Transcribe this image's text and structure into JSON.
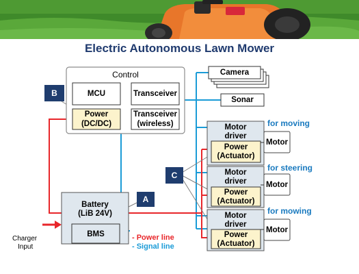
{
  "title": "Electric Autonomous Lawn Mower",
  "control": {
    "label": "Control",
    "mcu": "MCU",
    "transceiver": "Transceiver",
    "power_line1": "Power",
    "power_line2": "(DC/DC)",
    "wireless_line1": "Transceiver",
    "wireless_line2": "(wireless)"
  },
  "sensors": {
    "camera": "Camera",
    "sonar": "Sonar"
  },
  "drivers": [
    {
      "purpose": "for moving",
      "driver_line1": "Motor",
      "driver_line2": "driver",
      "power_line1": "Power",
      "power_line2": "(Actuator)",
      "motor": "Motor"
    },
    {
      "purpose": "for steering",
      "driver_line1": "Motor",
      "driver_line2": "driver",
      "power_line1": "Power",
      "power_line2": "(Actuator)",
      "motor": "Motor"
    },
    {
      "purpose": "for mowing",
      "driver_line1": "Motor",
      "driver_line2": "driver",
      "power_line1": "Power",
      "power_line2": "(Actuator)",
      "motor": "Motor"
    }
  ],
  "battery": {
    "line1": "Battery",
    "line2": "(LiB 24V)",
    "bms": "BMS"
  },
  "charger": {
    "line1": "Charger",
    "line2": "Input"
  },
  "legend": {
    "power": "- Power line",
    "signal": "- Signal line"
  },
  "tags": {
    "a": "A",
    "b": "B",
    "c": "C"
  },
  "colors": {
    "power_line": "#e8262a",
    "signal_line": "#1a9bd7",
    "tag_fill": "#1f3d6e",
    "power_box": "#fcf3cc",
    "box_fill": "#dfe7ee",
    "title": "#1f3a6e"
  }
}
